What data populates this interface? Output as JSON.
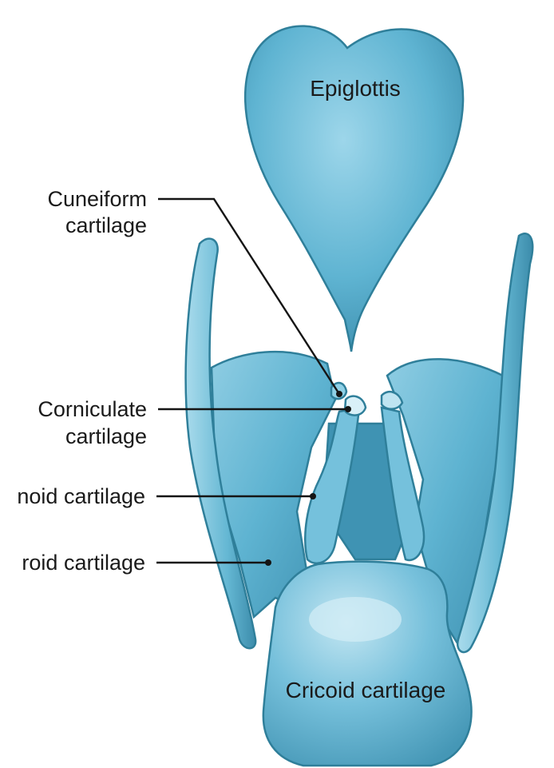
{
  "labels": {
    "epiglottis": "Epiglottis",
    "cuneiform_line1": "Cuneiform",
    "cuneiform_line2": "cartilage",
    "corniculate_line1": "Corniculate",
    "corniculate_line2": "cartilage",
    "arytenoid": "noid cartilage",
    "thyroid": "roid cartilage",
    "cricoid": "Cricoid cartilage"
  },
  "colors": {
    "cartilage_fill": "#62b6d3",
    "cartilage_shadow": "#3f93b3",
    "cartilage_highlight": "#a7d9ea",
    "outline": "#2f7f9a",
    "leader_lines": "#151515",
    "text": "#1a1a1a"
  }
}
